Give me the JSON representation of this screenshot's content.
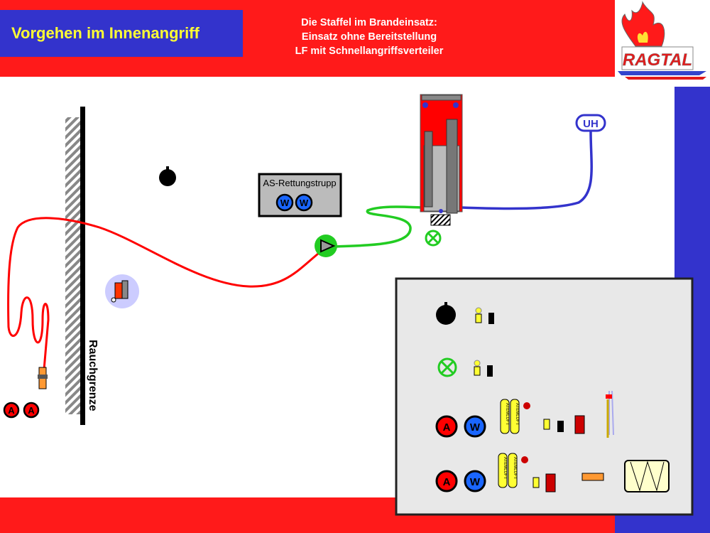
{
  "header": {
    "title": "Vorgehen im Innenangriff",
    "subtitle_lines": [
      "Die Staffel im Brandeinsatz:",
      "Einsatz ohne Bereitstellung",
      "LF mit Schnellangriffsverteiler"
    ]
  },
  "logo": {
    "text": "RAGTAL"
  },
  "scene": {
    "smoke_boundary_label": "Rauchgrenze",
    "rescue_team_label": "AS-Rettungstrupp",
    "hydrant_label": "UH",
    "trooper_a": "A",
    "trooper_w": "W"
  },
  "legend": {
    "cylinder_label": "ATEMLUFT"
  },
  "colors": {
    "red": "#ff1a1a",
    "blue": "#3333cc",
    "title_text": "#ffff33",
    "hose_red": "#ff0000",
    "hose_green": "#22cc22",
    "hose_blue": "#3333cc"
  }
}
